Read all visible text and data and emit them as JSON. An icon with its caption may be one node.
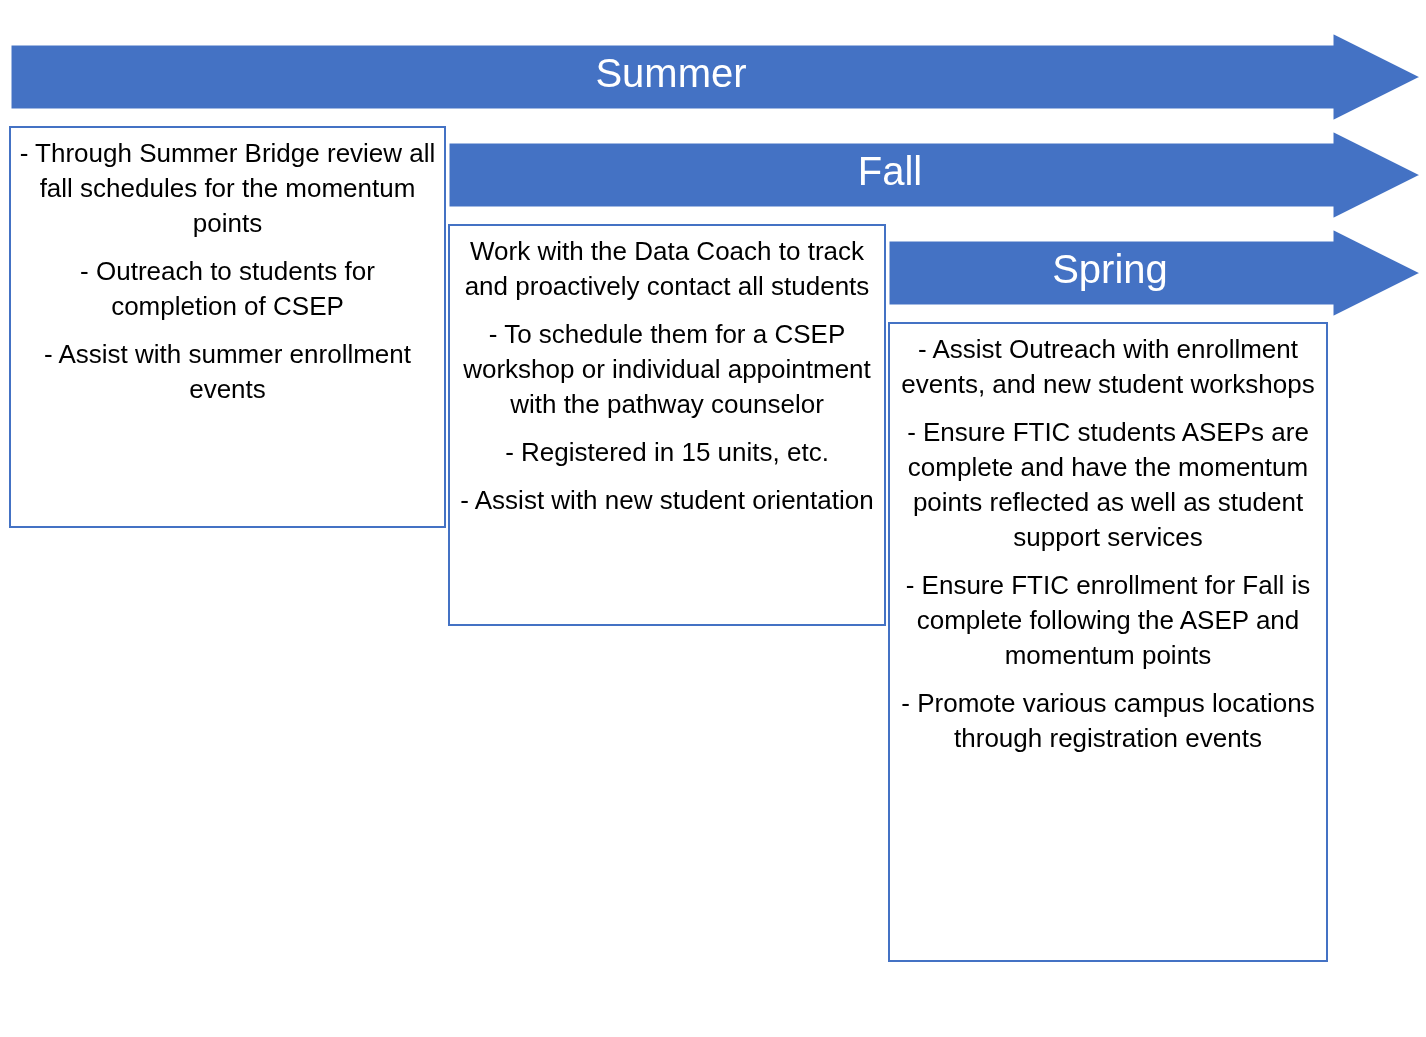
{
  "diagram": {
    "nodes": [
      {
        "text": [
          "Summer"
        ]
      },
      {
        "text": [
          "- Through Summer Bridge review all fall schedules for the momentum points",
          "- Outreach to students for completion of CSEP",
          "- Assist with summer enrollment events"
        ]
      },
      {
        "text": [
          "Fall"
        ]
      },
      {
        "text": [
          "Work with the Data Coach to track and proactively contact all students",
          "- To schedule them for a CSEP workshop or individual appointment with the pathway counselor",
          "- Registered in 15 units, etc.",
          "- Assist with new student orientation"
        ]
      },
      {
        "text": [
          "Spring"
        ]
      },
      {
        "text": [
          "- Assist Outreach with enrollment events, and new student workshops",
          "- Ensure FTIC students ASEPs are complete and have the momentum points reflected as well as student support services",
          "- Ensure FTIC enrollment for Fall is complete following the ASEP and momentum points",
          "- Promote various campus locations through registration events"
        ]
      }
    ],
    "edges": []
  }
}
